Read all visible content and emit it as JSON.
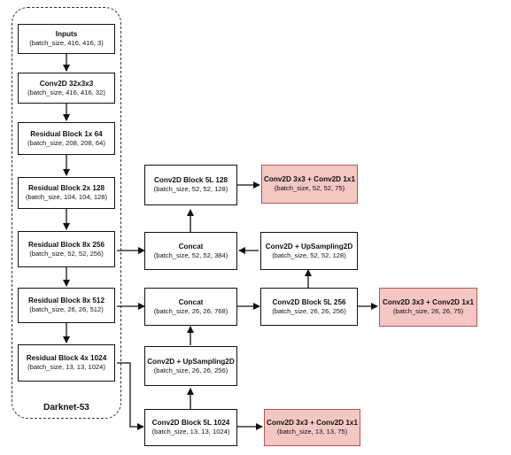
{
  "backbone": {
    "label": "Darknet-53",
    "blocks": [
      {
        "title": "Inputs",
        "shape": "(batch_size, 416, 416, 3)"
      },
      {
        "title": "Conv2D 32x3x3",
        "shape": "(batch_size, 416, 416, 32)"
      },
      {
        "title": "Residual Block 1x  64",
        "shape": "(batch_size, 208, 208, 64)"
      },
      {
        "title": "Residual Block 2x  128",
        "shape": "(batch_size, 104, 104, 128)"
      },
      {
        "title": "Residual Block 8x  256",
        "shape": "(batch_size, 52, 52, 256)"
      },
      {
        "title": "Residual Block 8x  512",
        "shape": "(batch_size, 26, 26, 512)"
      },
      {
        "title": "Residual Block 4x  1024",
        "shape": "(batch_size, 13, 13, 1024)"
      }
    ]
  },
  "neck": {
    "block5l_128": {
      "title": "Conv2D Block 5L  128",
      "shape": "(batch_size, 52, 52, 128)"
    },
    "concat_52": {
      "title": "Concat",
      "shape": "(batch_size, 52, 52, 384)"
    },
    "concat_26": {
      "title": "Concat",
      "shape": "(batch_size, 26, 26, 768)"
    },
    "upsample_26": {
      "title": "Conv2D + UpSampling2D",
      "shape": "(batch_size, 26, 26, 256)"
    },
    "block5l_1024": {
      "title": "Conv2D Block 5L  1024",
      "shape": "(batch_size, 13, 13, 1024)"
    },
    "upsample_52": {
      "title": "Conv2D + UpSampling2D",
      "shape": "(batch_size, 52, 52, 128)"
    },
    "block5l_256": {
      "title": "Conv2D Block 5L  256",
      "shape": "(batch_size, 26, 26, 256)"
    }
  },
  "outputs": [
    {
      "title": "Conv2D 3x3 + Conv2D 1x1",
      "shape": "(batch_size, 52, 52, 75)"
    },
    {
      "title": "Conv2D 3x3 + Conv2D 1x1",
      "shape": "(batch_size, 26, 26, 75)"
    },
    {
      "title": "Conv2D 3x3 + Conv2D 1x1",
      "shape": "(batch_size, 13, 13, 75)"
    }
  ],
  "colors": {
    "output_fill": "#f4c7c3",
    "output_border": "#b85450",
    "stroke": "#111111"
  }
}
